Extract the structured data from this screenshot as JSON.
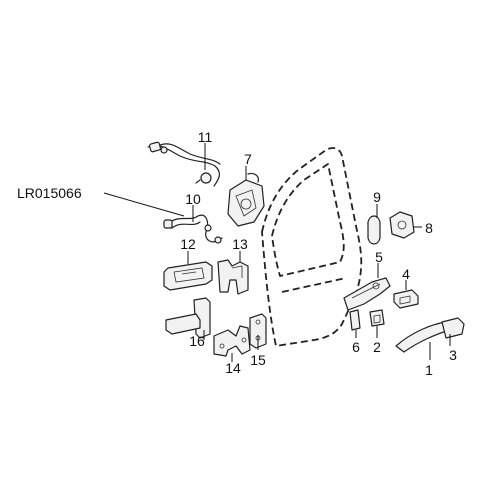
{
  "reference_label": "LR015066",
  "parts": [
    {
      "num": "1"
    },
    {
      "num": "2"
    },
    {
      "num": "3"
    },
    {
      "num": "4"
    },
    {
      "num": "5"
    },
    {
      "num": "6"
    },
    {
      "num": "7"
    },
    {
      "num": "8"
    },
    {
      "num": "9"
    },
    {
      "num": "10"
    },
    {
      "num": "11"
    },
    {
      "num": "12"
    },
    {
      "num": "13"
    },
    {
      "num": "14"
    },
    {
      "num": "15"
    },
    {
      "num": "16"
    }
  ]
}
